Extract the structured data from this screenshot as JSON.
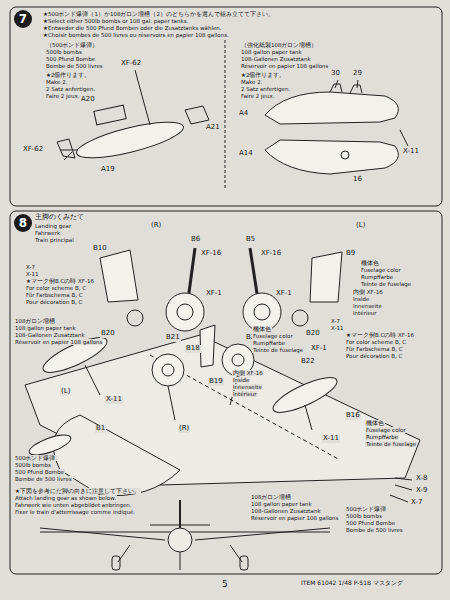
{
  "diagram": {
    "nodes": [
      {
        "text": [
          "7"
        ]
      },
      {
        "text": [
          "8"
        ]
      }
    ],
    "labels": [
      "★500ポンド爆弾（1）か108ガロン増槽（2）のどちらかを選んで組み立てて下さい。",
      "★Select either 500lb bombs or 108 gal. paper tanks.",
      "★Entweder die 500 Pfund Bomben oder die Zusatztanks wählen.",
      "★Choisir bombes de 500 livres ou réservoirs en papier 108 gallons.",
      "（500ポンド爆弾）",
      "500lb bombs",
      "500 Pfund Bombe",
      "Bombe de 500 livres",
      "★2個作ります。",
      "Make 2.",
      "2 Satz anfertigen.",
      "Faire 2 jeux.",
      "XF-62",
      "A20",
      "A21",
      "XF-62",
      "A19",
      "（強化紙製108ガロン増槽）",
      "108 gallon paper tank",
      "108-Gallonen Zusatztank",
      "Réservoir en papier 108 gallons",
      "★2個作ります。",
      "Make 2.",
      "2 Satz anfertigen.",
      "Faire 2 jeux.",
      "30",
      "29",
      "A4",
      "X-11",
      "A14",
      "16",
      "(R)",
      "(L)",
      "B6",
      "B5",
      "B10",
      "XF-16",
      "XF-16",
      "B9",
      "X-7",
      "X-11",
      "★マーク例B.Cの時 XF-16",
      "For color scheme B, C",
      "Für Farbschema B, C",
      "Pour décoration B, C",
      "B20",
      "B21",
      "XF-1",
      "B21",
      "XF-1",
      "B20",
      "機体色",
      "Fuselage color",
      "Rumpffarbe",
      "Teinte de fuselage",
      "内側 XF-16",
      "Inside",
      "Innenseite",
      "Intérieur",
      "X-7",
      "X-11",
      "★マーク例B.Cの時 XF-16",
      "For color scheme B, C",
      "Für Farbschema B, C",
      "Pour décoration B, C",
      "XF-1",
      "B22",
      "B18",
      "機体色",
      "Fuselage color",
      "Rumpffarbe",
      "Teinte de fuselage",
      "B19",
      "内側 XF-16",
      "Inside",
      "Innenseite",
      "Intérieur",
      "108ガロン増槽",
      "108 gallon paper tank",
      "108-Gallonen Zusatztank",
      "Réservoir en papier 108 gallons",
      "(L)",
      "X-11",
      "B1",
      "500ポンド爆弾",
      "500lb bombs",
      "500 Pfund Bombe",
      "Bombe de 500 livres",
      "(R)",
      "X-11",
      "B16",
      "機体色",
      "Fuselage color",
      "Rumpffarbe",
      "Teinte de fuselage",
      "X-8",
      "X-9",
      "X-7",
      "108ガロン増槽",
      "108 gallon paper tank",
      "108-Gallonen Zusatztank",
      "Réservoir en papier 108 gallons",
      "500ポンド爆弾",
      "500lb bombs",
      "500 Pfund Bombe",
      "Bombe de 500 livres",
      "★下図を参考にだ脚の向きに注意して下さい。",
      "Attach landing gear as shown below.",
      "Fahrwerk wie unten abgebildet anbringen.",
      "Fixer le train d'atterrissage comme indiqué.",
      "5",
      "ITEM 61042  1/48 P-51B マスタング",
      "主脚のくみたて",
      "Landing gear",
      "Fahrwerk",
      "Train principal"
    ]
  }
}
